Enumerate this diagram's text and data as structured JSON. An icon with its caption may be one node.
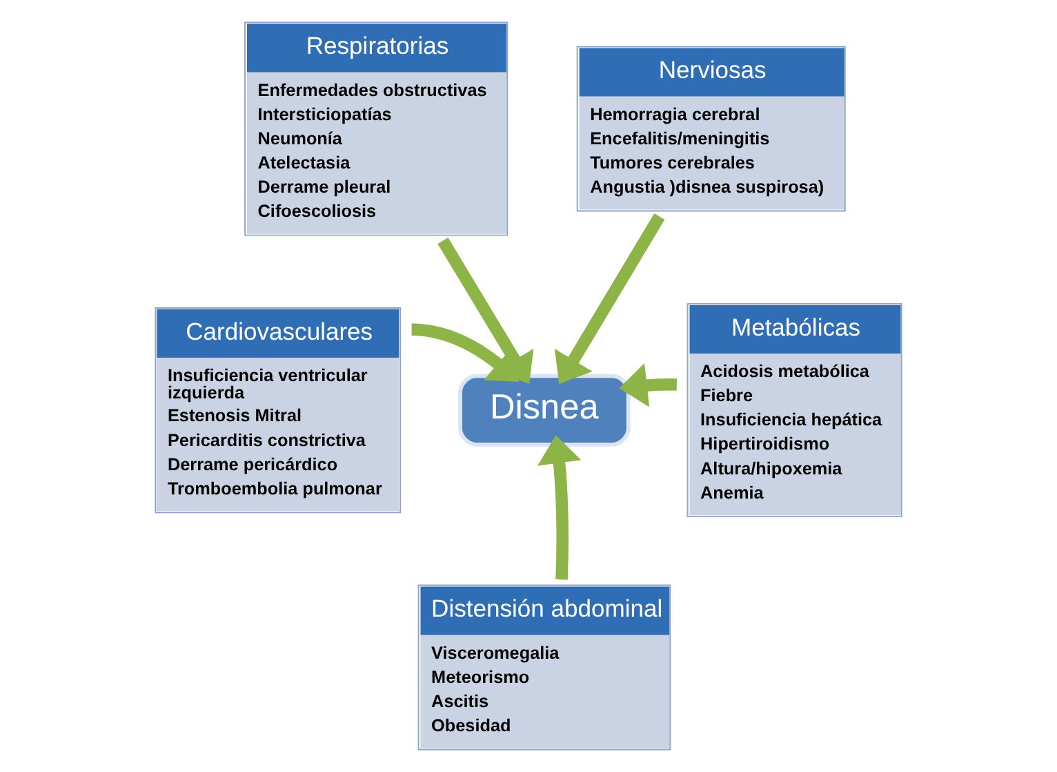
{
  "diagram": {
    "nodes": [
      {
        "text": [
          "Respiratorias",
          "Enfermedades obstructivas",
          "Intersticiopatías",
          "Neumonía",
          "Atelectasia",
          "Derrame pleural",
          "Cifoescoliosis"
        ]
      },
      {
        "text": [
          "Nerviosas",
          "Hemorragia cerebral",
          "Encefalitis/meningitis",
          "Tumores cerebrales",
          "Angustia )disnea suspirosa)"
        ]
      },
      {
        "text": [
          "Disnea"
        ]
      },
      {
        "text": [
          "Cardiovasculares",
          "Insuficiencia ventricular izquierda",
          "Estenosis Mitral",
          "Pericarditis constrictiva",
          "Derrame pericárdico",
          "Tromboembolia pulmonar"
        ]
      },
      {
        "text": [
          "Metabólicas",
          "Acidosis metabólica",
          "Fiebre",
          "Insuficiencia hepática",
          "Hipertiroidismo",
          "Altura/hipoxemia",
          "Anemia"
        ]
      },
      {
        "text": [
          "Distensión abdominal",
          "Visceromegalia",
          "Meteorismo",
          "Ascitis",
          "Obesidad"
        ]
      }
    ],
    "edges": [
      {
        "from": 0,
        "to": 2,
        "arrow": "to"
      },
      {
        "from": 1,
        "to": 2,
        "arrow": "to"
      },
      {
        "from": 3,
        "to": 2,
        "arrow": "to"
      },
      {
        "from": 4,
        "to": 2,
        "arrow": "to"
      },
      {
        "from": 5,
        "to": 2,
        "arrow": "to"
      }
    ]
  }
}
